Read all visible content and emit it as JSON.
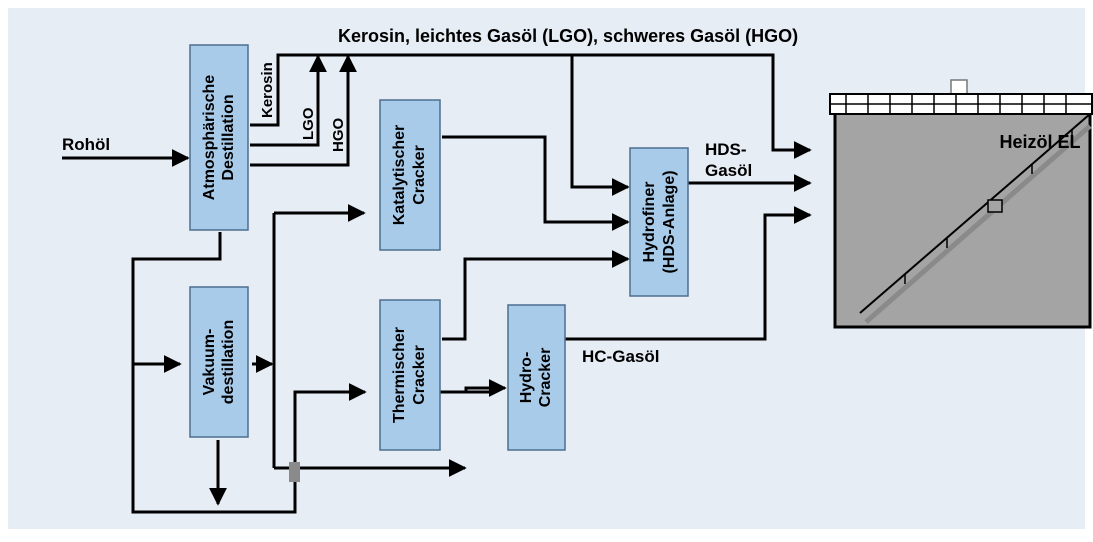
{
  "diagram": {
    "top_label": "Kerosin, leichtes Gasöl (LGO), schweres Gasöl (HGO)",
    "input_label": "Rohöl",
    "tank_label": "Heizöl EL",
    "hds_label_line1": "HDS-",
    "hds_label_line2": "Gasöl",
    "hc_label": "HC-Gasöl",
    "stream_labels": {
      "kerosin": "Kerosin",
      "lgo": "LGO",
      "hgo": "HGO"
    },
    "boxes": {
      "atm": {
        "line1": "Atmosphärische",
        "line2": "Destillation"
      },
      "vak": {
        "line1": "Vakuum-",
        "line2": "destillation"
      },
      "kat": {
        "line1": "Katalytischer",
        "line2": "Cracker"
      },
      "therm": {
        "line1": "Thermischer",
        "line2": "Cracker"
      },
      "hydrocracker": {
        "line1": "Hydro-",
        "line2": "Cracker"
      },
      "hydrofiner": {
        "line1": "Hydrofiner",
        "line2": "(HDS-Anlage)"
      }
    }
  },
  "colors": {
    "background": "#e6edf5",
    "box_fill": "#a9cbea",
    "box_border": "#4d6f8f",
    "line": "#000000",
    "tank_fill": "#a4a4a4"
  }
}
